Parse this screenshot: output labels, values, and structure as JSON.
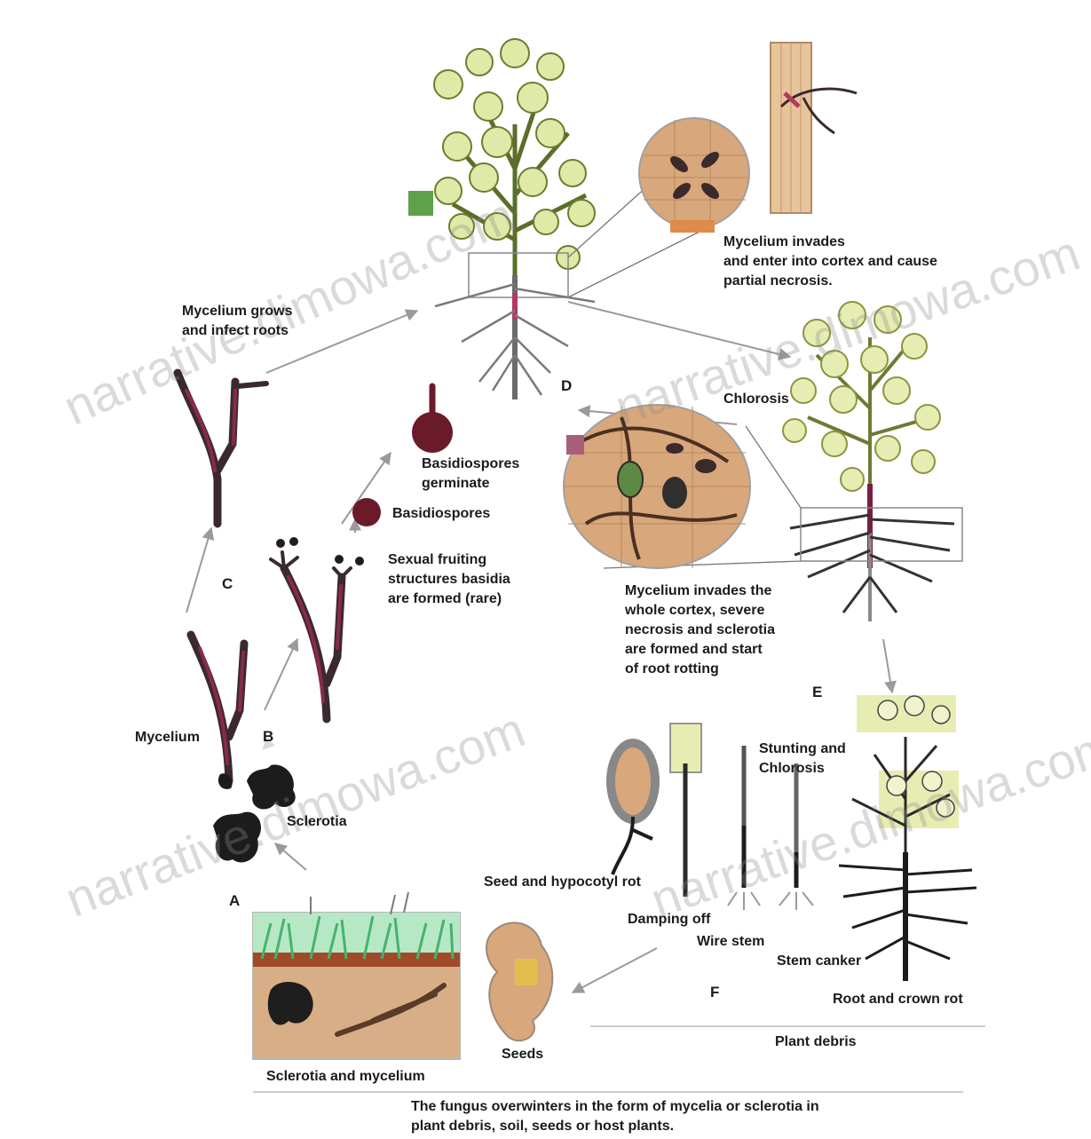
{
  "labels": {
    "mycelium_invades_cortex": [
      "Mycelium invades",
      "and enter into cortex and cause",
      "partial necrosis."
    ],
    "mycelium_grows": [
      "Mycelium grows",
      "and infect roots"
    ],
    "chlorosis": "Chlorosis",
    "basidiospores_germinate": [
      "Basidiospores",
      "germinate"
    ],
    "basidiospores": "Basidiospores",
    "sexual_fruiting": [
      "Sexual fruiting",
      "structures basidia",
      "are formed (rare)"
    ],
    "mycelium_whole_cortex": [
      "Mycelium invades the",
      "whole cortex, severe",
      "necrosis and sclerotia",
      "are formed and start",
      "of root rotting"
    ],
    "mycelium": "Mycelium",
    "sclerotia": "Sclerotia",
    "stunting_chlorosis": [
      "Stunting and",
      "Chlorosis"
    ],
    "seed_hypocotyl_rot": "Seed and hypocotyl rot",
    "damping_off": "Damping off",
    "wire_stem": "Wire stem",
    "stem_canker": "Stem canker",
    "root_crown_rot": "Root and crown rot",
    "plant_debris": "Plant debris",
    "seeds": "Seeds",
    "sclerotia_and_mycelium": "Sclerotia and mycelium",
    "overwinter_note": [
      "The fungus overwinters in the form of mycelia or sclerotia in",
      "plant debris, soil, seeds or host plants."
    ]
  },
  "stage_letters": {
    "a": "A",
    "b": "B",
    "c": "C",
    "d": "D",
    "e": "E",
    "f": "F"
  },
  "watermark": "narrative.dimowa.com",
  "colors": {
    "background": "#ffffff",
    "plant_leaf": "#dfe9a8",
    "plant_leaf_dark": "#5b6e2a",
    "mycelium": "#3a2a2e",
    "mycelium_infected": "#8a2a48",
    "spore": "#6b1a2c",
    "tissue": "#d9a77c",
    "soil": "#d8ae86",
    "grass": "#62c98a",
    "text": "#1b1b1b"
  }
}
